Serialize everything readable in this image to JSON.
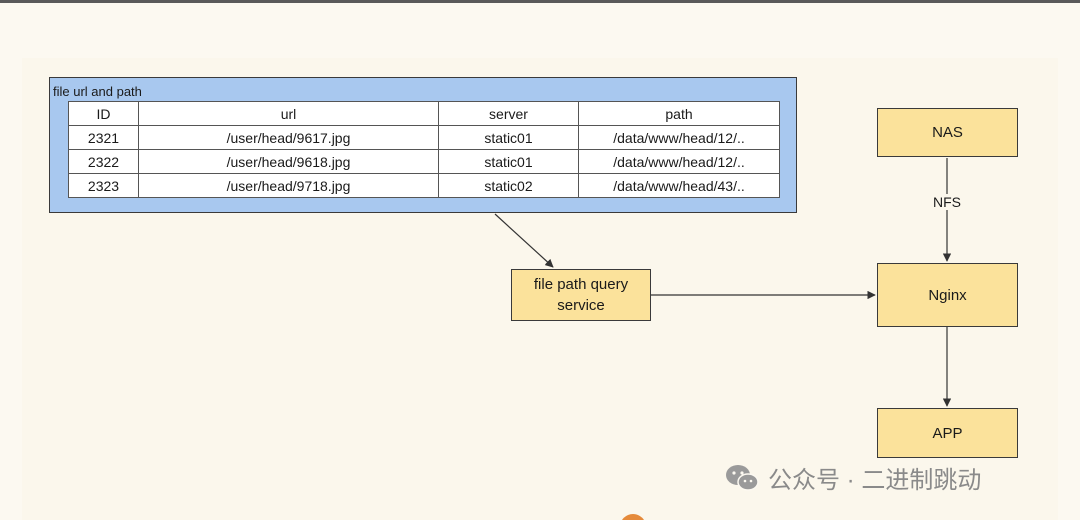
{
  "panel": {
    "title": "file url and path",
    "table": {
      "columns": [
        "ID",
        "url",
        "server",
        "path"
      ],
      "rows": [
        [
          "2321",
          "/user/head/9617.jpg",
          "static01",
          "/data/www/head/12/.."
        ],
        [
          "2322",
          "/user/head/9618.jpg",
          "static01",
          "/data/www/head/12/.."
        ],
        [
          "2323",
          "/user/head/9718.jpg",
          "static02",
          "/data/www/head/43/.."
        ]
      ]
    }
  },
  "nodes": {
    "query_service": "file path query service",
    "nas": "NAS",
    "nginx": "Nginx",
    "app": "APP"
  },
  "edges": {
    "nas_to_nginx_label": "NFS"
  },
  "watermark": {
    "text": "公众号 · 二进制跳动",
    "icon": "wechat-icon"
  },
  "colors": {
    "panel_fill": "#a8c8ef",
    "node_fill": "#fbe29b",
    "background": "#fcf9f1"
  }
}
